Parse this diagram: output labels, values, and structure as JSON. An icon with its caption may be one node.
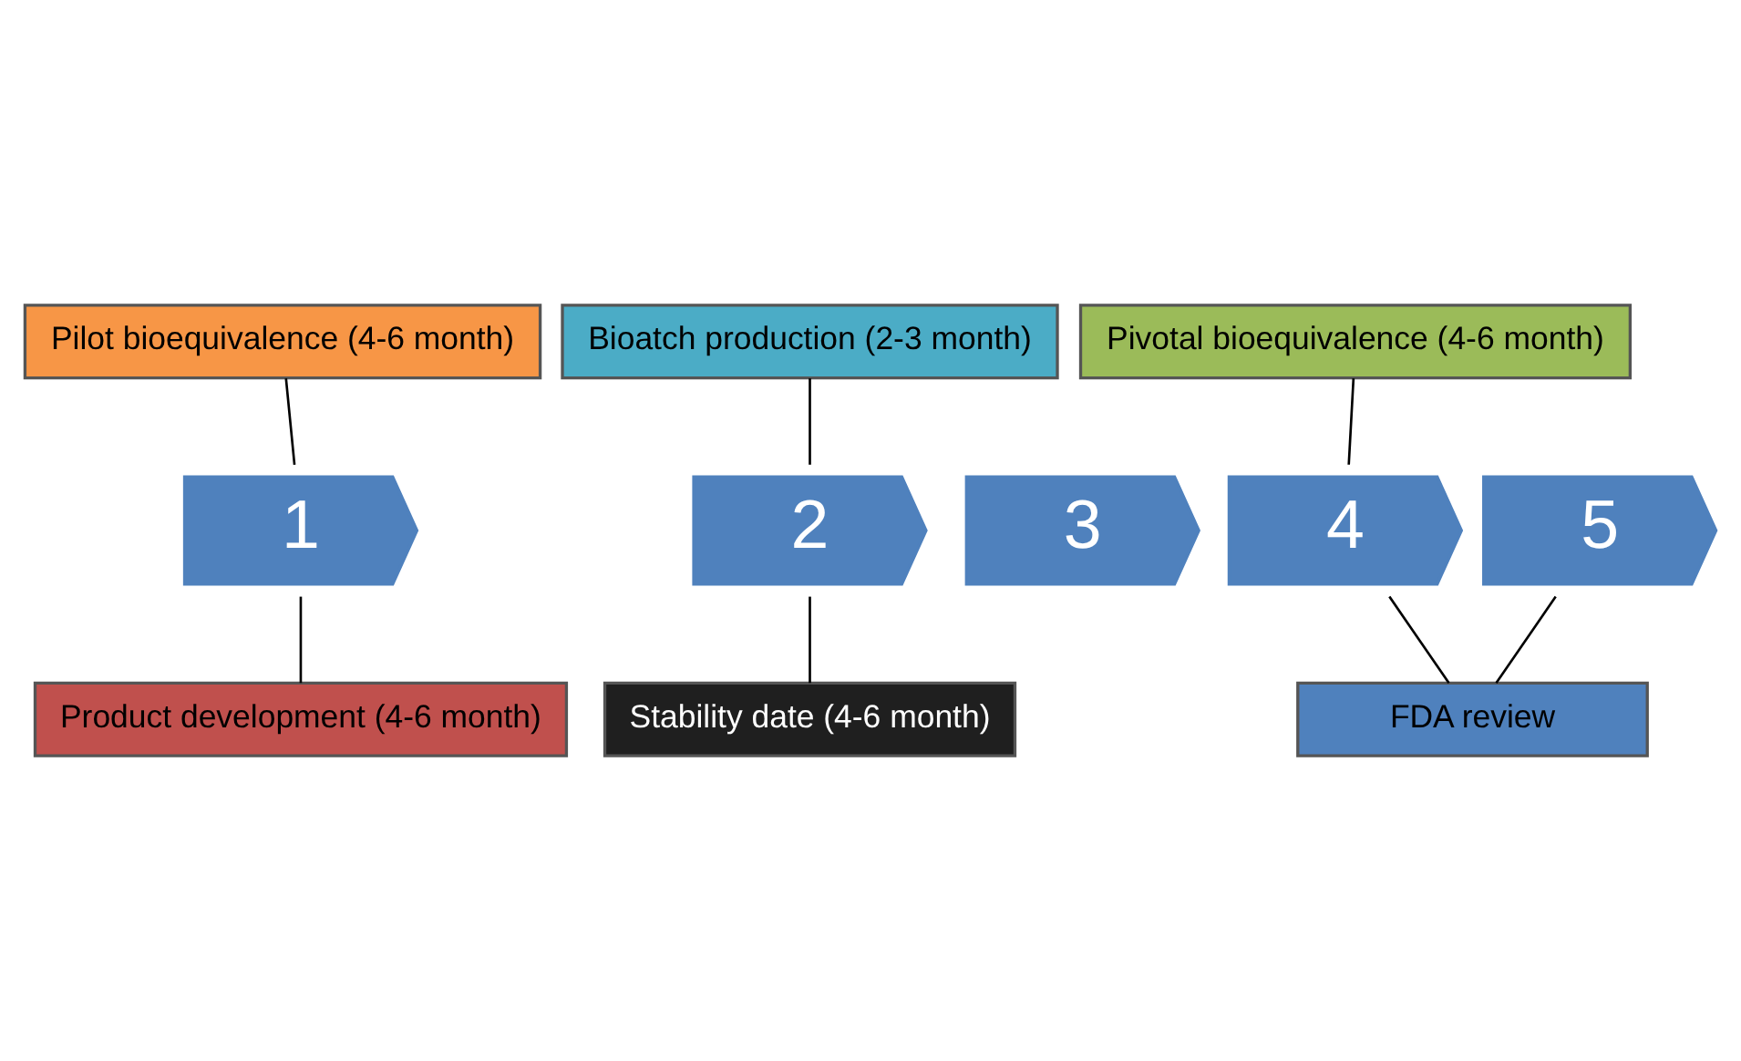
{
  "diagram": {
    "nodes": [
      {
        "text": [
          "Pilot bioequivalence (4-6 month)"
        ]
      },
      {
        "text": [
          "Bioatch production (2-3 month)"
        ]
      },
      {
        "text": [
          "Pivotal bioequivalence (4-6 month)"
        ]
      },
      {
        "text": [
          "1"
        ]
      },
      {
        "text": [
          "2"
        ]
      },
      {
        "text": [
          "3"
        ]
      },
      {
        "text": [
          "4"
        ]
      },
      {
        "text": [
          "5"
        ]
      },
      {
        "text": [
          "Product development (4-6 month)"
        ]
      },
      {
        "text": [
          "Stability date (4-6 month)"
        ]
      },
      {
        "text": [
          "FDA review"
        ]
      }
    ],
    "edges": [
      {
        "from": 0,
        "to": 3,
        "arrow": "none"
      },
      {
        "from": 1,
        "to": 4,
        "arrow": "none"
      },
      {
        "from": 2,
        "to": 6,
        "arrow": "none"
      },
      {
        "from": 3,
        "to": 8,
        "arrow": "none"
      },
      {
        "from": 4,
        "to": 9,
        "arrow": "none"
      },
      {
        "from": 6,
        "to": 10,
        "arrow": "none"
      },
      {
        "from": 7,
        "to": 10,
        "arrow": "none"
      }
    ]
  }
}
